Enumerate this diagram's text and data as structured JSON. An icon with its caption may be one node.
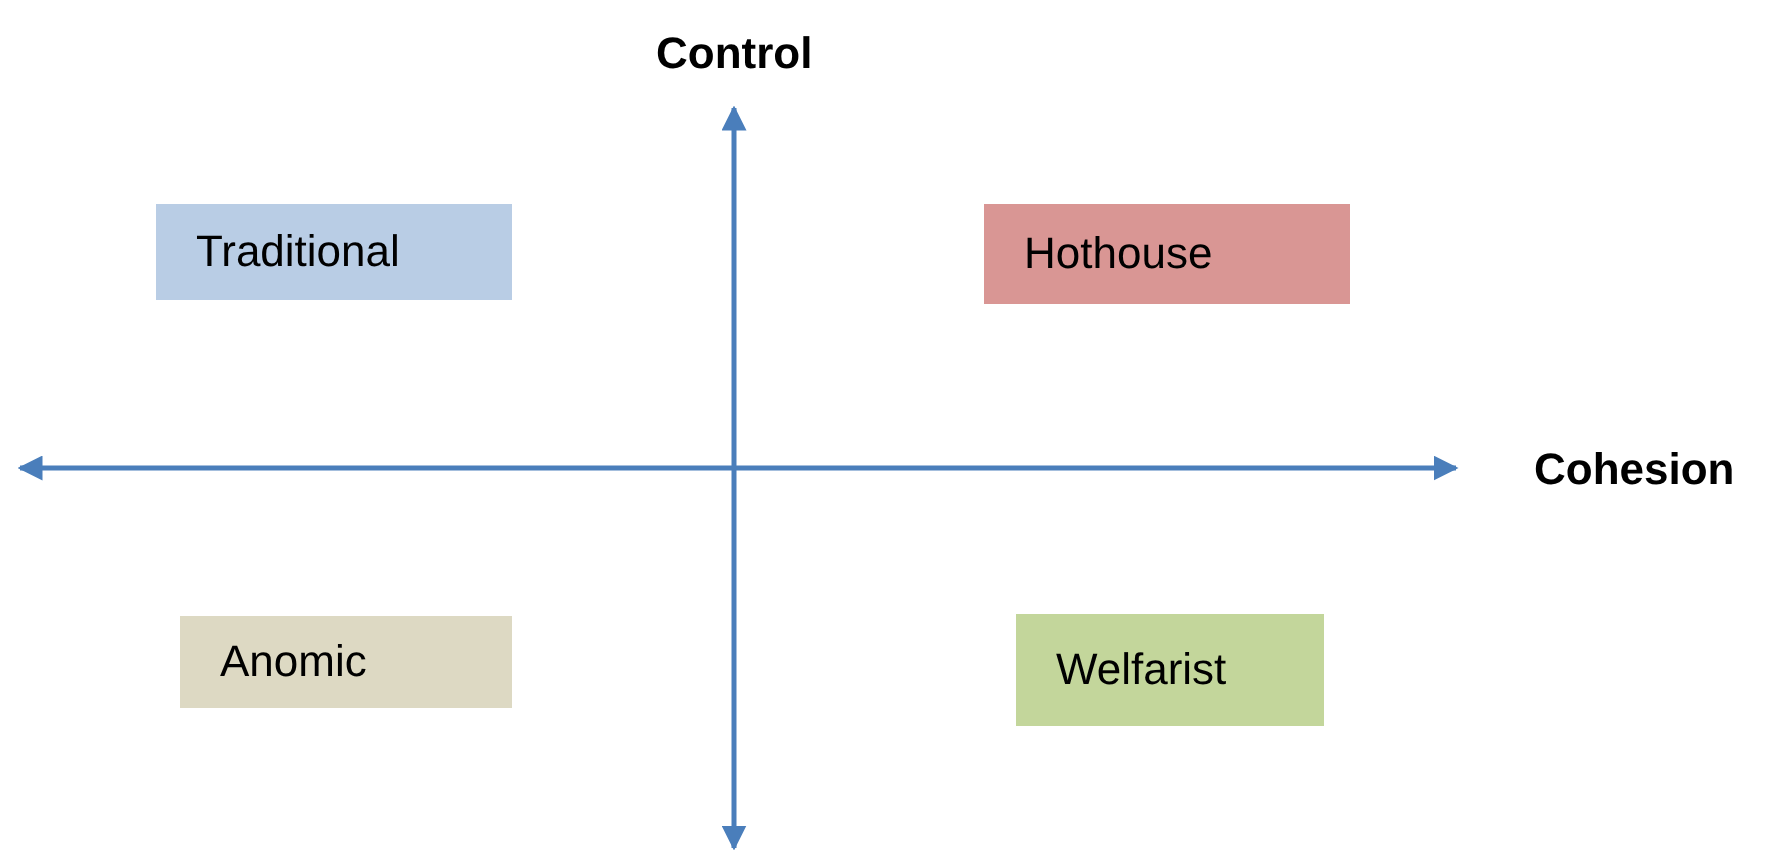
{
  "diagram": {
    "nodes": [
      {
        "text": [
          "Traditional"
        ]
      },
      {
        "text": [
          "Hothouse"
        ]
      },
      {
        "text": [
          "Anomic"
        ]
      },
      {
        "text": [
          "Welfarist"
        ]
      }
    ],
    "edges": [],
    "labels": [
      "Control",
      "Cohesion"
    ]
  }
}
